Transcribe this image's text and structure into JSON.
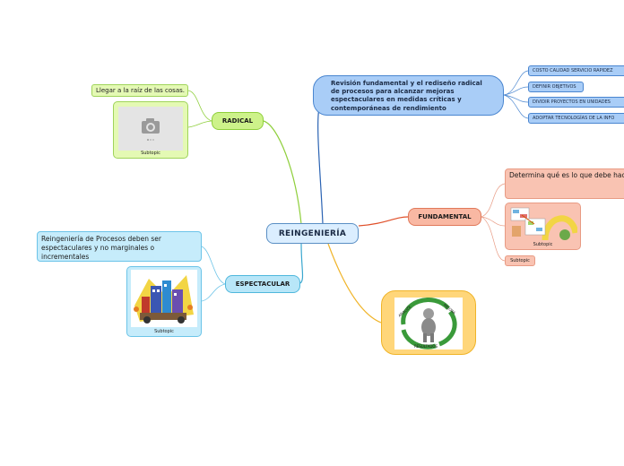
{
  "central": "REINGENIERÍA",
  "branches": {
    "radical": {
      "label": "RADICAL",
      "subtopic": "Llegar a la raíz de las cosas.",
      "image_caption": "Subtopic",
      "image_icon": "camera-placeholder-icon"
    },
    "espectacular": {
      "label": "ESPECTACULAR",
      "subtopic": "Reingeniería de Procesos deben ser espectaculares y no marginales o incrementales",
      "image_caption": "Subtopic"
    },
    "definicion": {
      "label": "Revisión fundamental y el rediseño radical de procesos para alcanzar mejoras espectaculares en medidas críticas y contemporáneas de rendimiento",
      "items": [
        "COSTO CALIDAD SERVICIO RAPIDEZ",
        "DEFINIR OBJETIVOS",
        "DIVIDIR PROYECTOS EN UNIDADES",
        "ADOPTAR TECNOLOGÍAS DE LA INFO"
      ]
    },
    "fundamental": {
      "label": "FUNDAMENTAL",
      "subtopic": "Determina qué es lo que debe hac empresa y, posteriormente, cómo debe hacerlo",
      "image_caption": "Subtopic",
      "extra": "Subtopic"
    },
    "imagen": {
      "words": [
        "ANALIZE",
        "MEJORA",
        "RESULTADOS"
      ]
    }
  },
  "colors": {
    "green": "#8fcf3c",
    "blue": "#4a86d0",
    "cyan": "#4fb7dc",
    "orange": "#e0795a",
    "yellow": "#f0b429"
  }
}
